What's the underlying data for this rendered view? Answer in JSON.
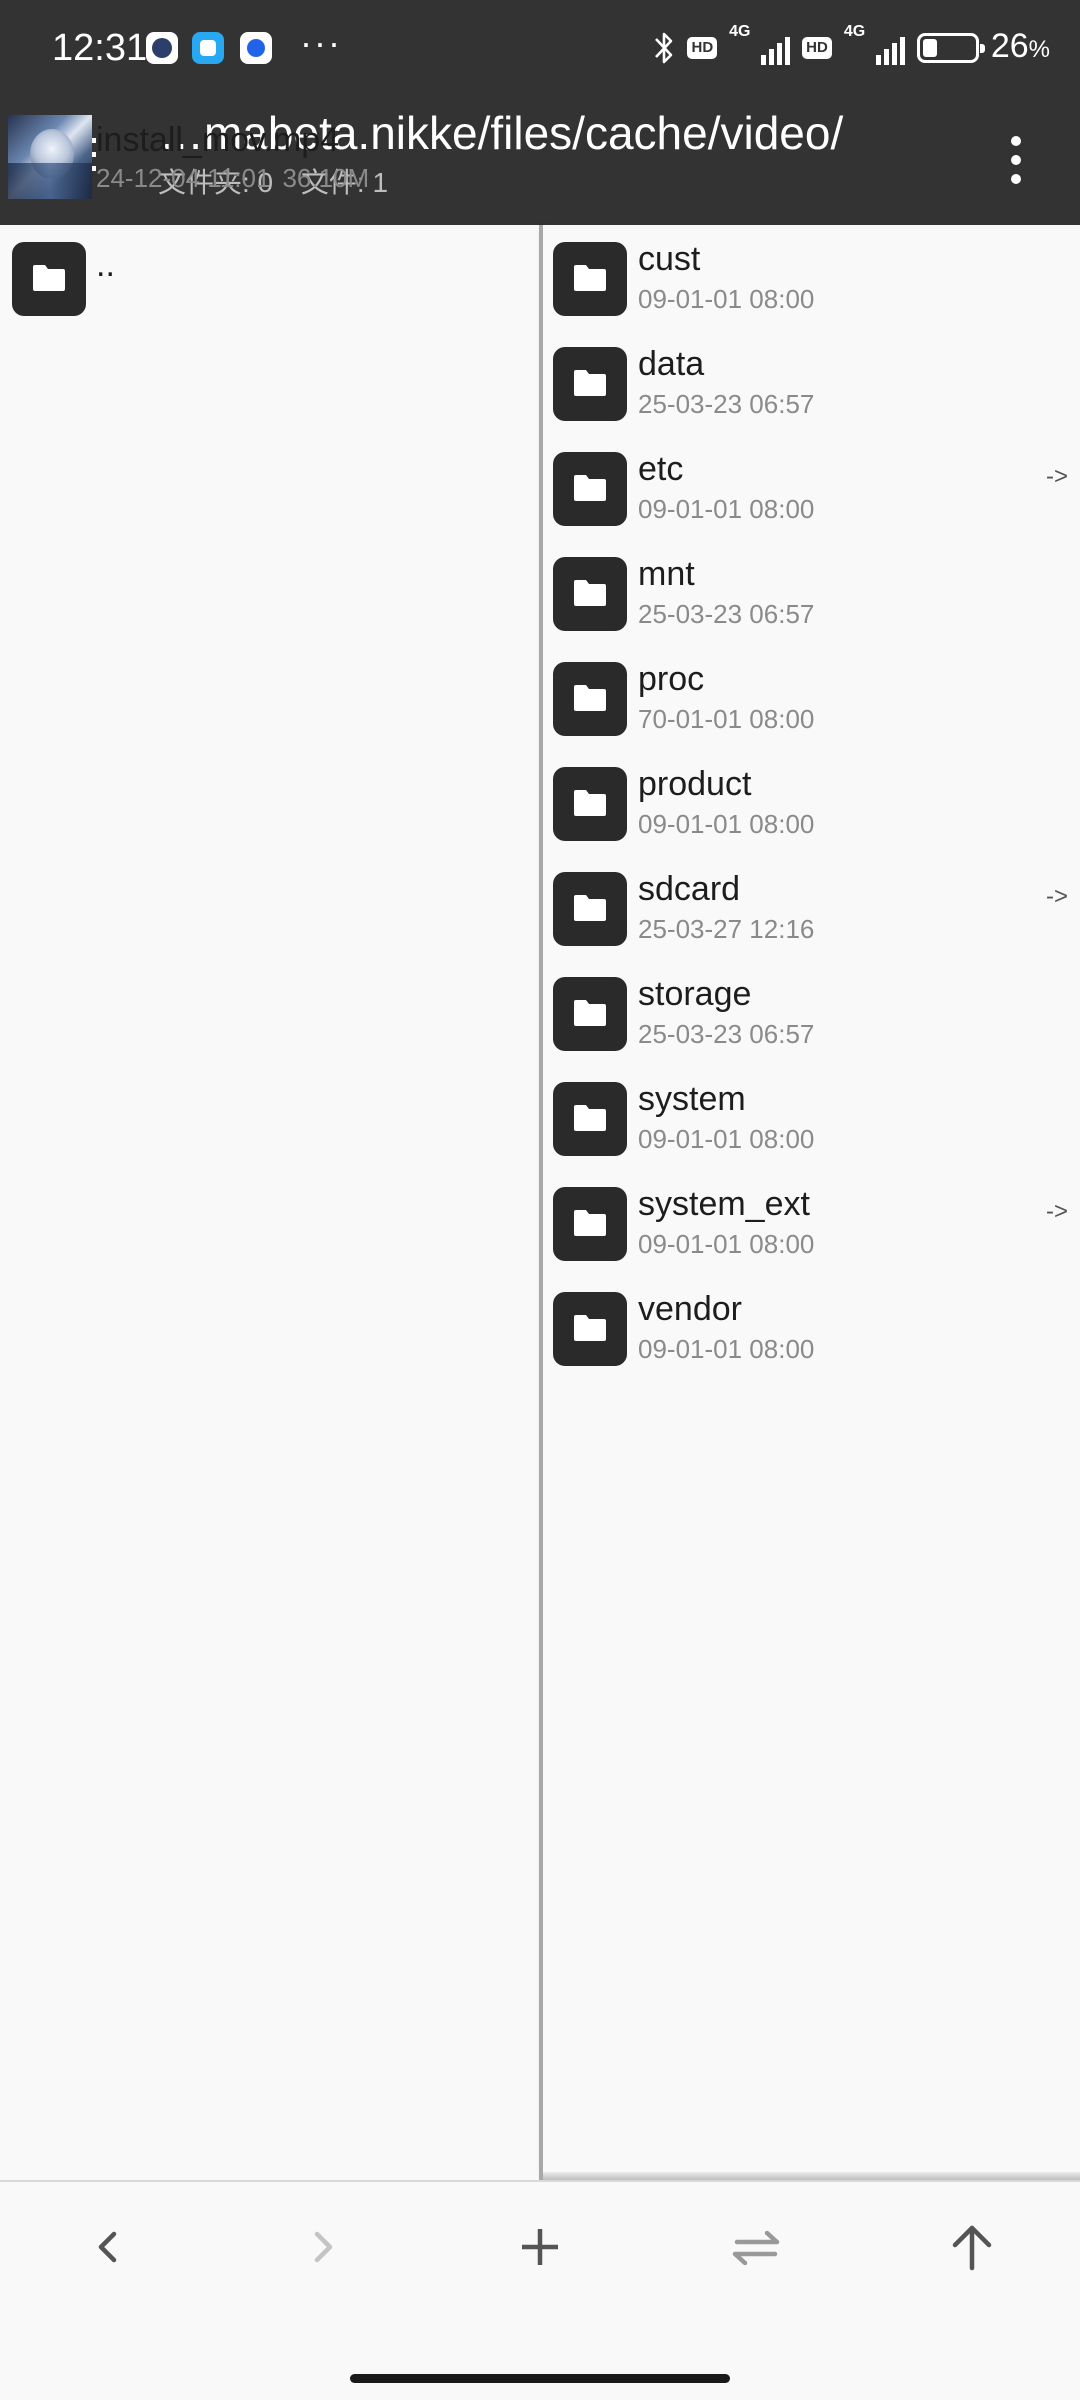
{
  "status_bar": {
    "time": "12:31",
    "network_1": "4G",
    "network_2": "4G",
    "hd_label": "HD",
    "battery_percent": "26",
    "battery_unit": "%",
    "more_indicator": "···"
  },
  "appbar": {
    "path": "…mabeta.nikke/files/cache/video/",
    "folder_count": "文件夹: 0",
    "file_count": "文件: 1"
  },
  "left_pane": {
    "items": [
      {
        "name": "..",
        "type": "folder",
        "icon": "folder-icon"
      },
      {
        "name": "install_mov.mp4",
        "type": "video",
        "date": "24-12-04 11:01",
        "size": "36.10M"
      }
    ]
  },
  "right_pane": {
    "items": [
      {
        "name": "cust",
        "date": "09-01-01 08:00",
        "link": ""
      },
      {
        "name": "data",
        "date": "25-03-23 06:57",
        "link": ""
      },
      {
        "name": "etc",
        "date": "09-01-01 08:00",
        "link": "->"
      },
      {
        "name": "mnt",
        "date": "25-03-23 06:57",
        "link": ""
      },
      {
        "name": "proc",
        "date": "70-01-01 08:00",
        "link": ""
      },
      {
        "name": "product",
        "date": "09-01-01 08:00",
        "link": ""
      },
      {
        "name": "sdcard",
        "date": "25-03-27 12:16",
        "link": "->"
      },
      {
        "name": "storage",
        "date": "25-03-23 06:57",
        "link": ""
      },
      {
        "name": "system",
        "date": "09-01-01 08:00",
        "link": ""
      },
      {
        "name": "system_ext",
        "date": "09-01-01 08:00",
        "link": "->"
      },
      {
        "name": "vendor",
        "date": "09-01-01 08:00",
        "link": ""
      }
    ]
  },
  "toolbar": {
    "icons": [
      "back-icon",
      "forward-icon",
      "add-icon",
      "swap-icon",
      "up-icon"
    ]
  },
  "colors": {
    "header": "#333333",
    "background": "#f9f9f9",
    "folder": "#2a2a2a",
    "meta_text": "#8a8a8a"
  }
}
